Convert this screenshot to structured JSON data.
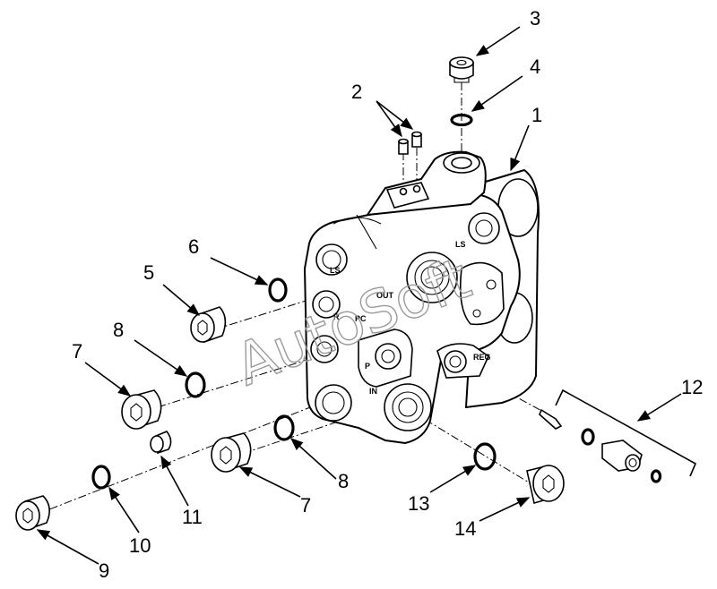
{
  "callouts": {
    "c1": "1",
    "c2": "2",
    "c3": "3",
    "c4": "4",
    "c5": "5",
    "c6": "6",
    "c7a": "7",
    "c7b": "7",
    "c8a": "8",
    "c8b": "8",
    "c9": "9",
    "c10": "10",
    "c11": "11",
    "c12": "12",
    "c13": "13",
    "c14": "14"
  },
  "port_labels": {
    "ls_left": "LS",
    "ls_right": "LS",
    "out": "OUT",
    "pc": "PC",
    "r": "R",
    "p": "P",
    "in": "IN",
    "reg": "REG"
  },
  "watermark": "AutoSoft"
}
